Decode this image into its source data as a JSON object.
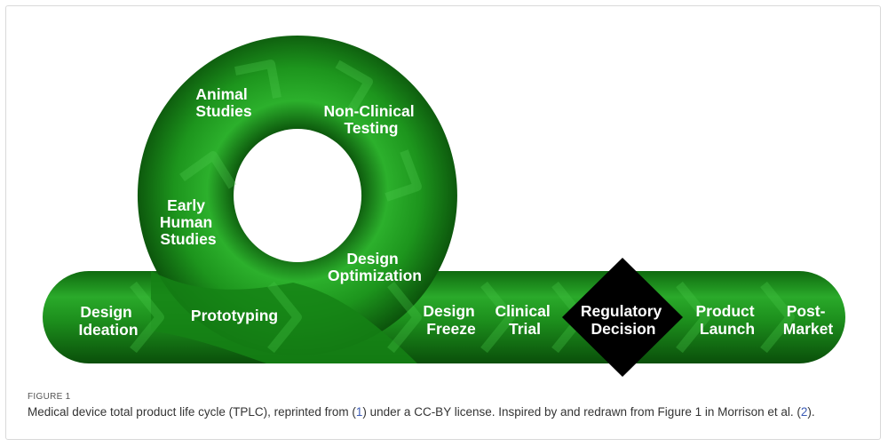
{
  "diagram": {
    "stages": [
      {
        "id": "design-ideation",
        "lines": [
          "Design",
          "Ideation"
        ]
      },
      {
        "id": "prototyping",
        "lines": [
          "Prototyping"
        ]
      },
      {
        "id": "early-human-studies",
        "lines": [
          "Early",
          "Human",
          "Studies"
        ]
      },
      {
        "id": "animal-studies",
        "lines": [
          "Animal",
          "Studies"
        ]
      },
      {
        "id": "non-clinical-testing",
        "lines": [
          "Non-Clinical",
          "Testing"
        ]
      },
      {
        "id": "design-optimization",
        "lines": [
          "Design",
          "Optimization"
        ]
      },
      {
        "id": "design-freeze",
        "lines": [
          "Design",
          "Freeze"
        ]
      },
      {
        "id": "clinical-trial",
        "lines": [
          "Clinical",
          "Trial"
        ]
      },
      {
        "id": "regulatory-decision",
        "lines": [
          "Regulatory",
          "Decision"
        ]
      },
      {
        "id": "product-launch",
        "lines": [
          "Product",
          "Launch"
        ]
      },
      {
        "id": "post-market",
        "lines": [
          "Post-",
          "Market"
        ]
      }
    ],
    "colors": {
      "tube": "#1f9a1f",
      "tube_dark": "#0e5e0e",
      "tube_light": "#3dc03d",
      "diamond": "#000000",
      "label": "#ffffff"
    }
  },
  "caption": {
    "label": "FIGURE 1",
    "text_before": "Medical device total product life cycle (TPLC), reprinted from (",
    "ref1": "1",
    "text_middle": ") under a CC-BY license. Inspired by and redrawn from Figure 1 in Morrison et al. (",
    "ref2": "2",
    "text_after": ")."
  }
}
